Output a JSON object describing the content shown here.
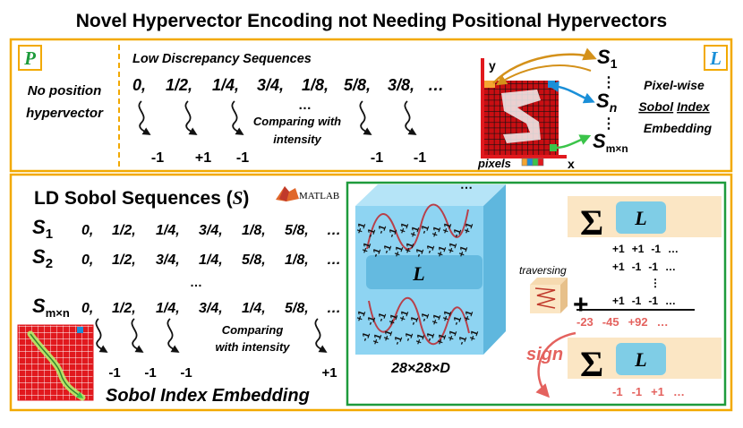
{
  "title": "Novel Hypervector Encoding not Needing Positional Hypervectors",
  "top": {
    "badge_p": "P",
    "badge_l": "L",
    "no_position": [
      "No position",
      "hypervector"
    ],
    "ld_label": "Low Discrepancy Sequences",
    "sequence": [
      "0,",
      "1/2,",
      "1/4,",
      "3/4,",
      "1/8,",
      "5/8,",
      "3/8,",
      "…"
    ],
    "compare": [
      "Comparing with",
      "intensity"
    ],
    "values": [
      "-1",
      "+1",
      "-1",
      "-1",
      "-1"
    ],
    "ellipsis": "…",
    "axis_y": "y",
    "axis_x": "x",
    "pixels_label": "pixels",
    "s_letter": "S",
    "s_subs": [
      "1",
      "n",
      "m×n"
    ],
    "vdots": "⋮",
    "embed_label": [
      "Pixel-wise",
      "Sobol",
      " ",
      "Index",
      "Embedding"
    ]
  },
  "bottom": {
    "heading_main": "LD Sobol Sequences (",
    "heading_s": "S",
    "heading_close": ")",
    "matlab": "MATLAB",
    "rows": [
      {
        "sub": "1",
        "seq": [
          "0,",
          "1/2,",
          "1/4,",
          "3/4,",
          "1/8,",
          "5/8,",
          "…"
        ]
      },
      {
        "sub": "2",
        "seq": [
          "0,",
          "1/2,",
          "3/4,",
          "1/4,",
          "5/8,",
          "1/8,",
          "…"
        ]
      },
      {
        "sub": "m×n",
        "seq": [
          "0,",
          "1/2,",
          "1/4,",
          "3/4,",
          "1/4,",
          "5/8,",
          "…"
        ]
      }
    ],
    "row_ellipsis": "…",
    "compare": [
      "Comparing",
      "with intensity"
    ],
    "values": [
      "-1",
      "-1",
      "-1",
      "+1"
    ],
    "index_label": "Sobol Index Embedding",
    "cube_label": "L",
    "dims": "28×28×D",
    "signs_top": [
      "+1",
      "-1",
      "-1",
      "-1",
      "+1",
      "+1",
      "-1",
      "+1",
      "+1",
      "-1",
      "+1",
      "+1",
      "-1",
      "-1",
      "+1",
      "+1",
      "-1",
      "-1",
      "+1",
      "+1",
      "+1"
    ],
    "signs_bottom": [
      "+1",
      "-1",
      "-1",
      "+1",
      "+1",
      "-1",
      "-1",
      "+1",
      "+1",
      "-1",
      "+1",
      "-1",
      "+1",
      "+1",
      "-1",
      "-1",
      "+1",
      "-1",
      "+1",
      "+1",
      "-1",
      "+1"
    ],
    "sum_symbol": "Σ",
    "sum_l": "L",
    "rows_pm": [
      [
        "+1",
        "+1",
        "-1",
        "…"
      ],
      [
        "+1",
        "-1",
        "-1",
        "…"
      ],
      [
        "+1",
        "-1",
        "-1",
        "…"
      ]
    ],
    "rows_vdots": "⋮",
    "traversing": "traversing",
    "plus": "+",
    "sum_values": [
      "-23",
      "-45",
      "+92",
      "…"
    ],
    "sign_label": "sign",
    "final_values": [
      "-1",
      "-1",
      "+1",
      "…"
    ]
  },
  "colors": {
    "border_orange": "#F2A900",
    "green": "#1E9B3C",
    "cube": "#8ED4F2",
    "wave": "#B8404A",
    "red_text": "#E4625E",
    "cream": "#FBE6C4",
    "chip": "#7FCDE6"
  }
}
